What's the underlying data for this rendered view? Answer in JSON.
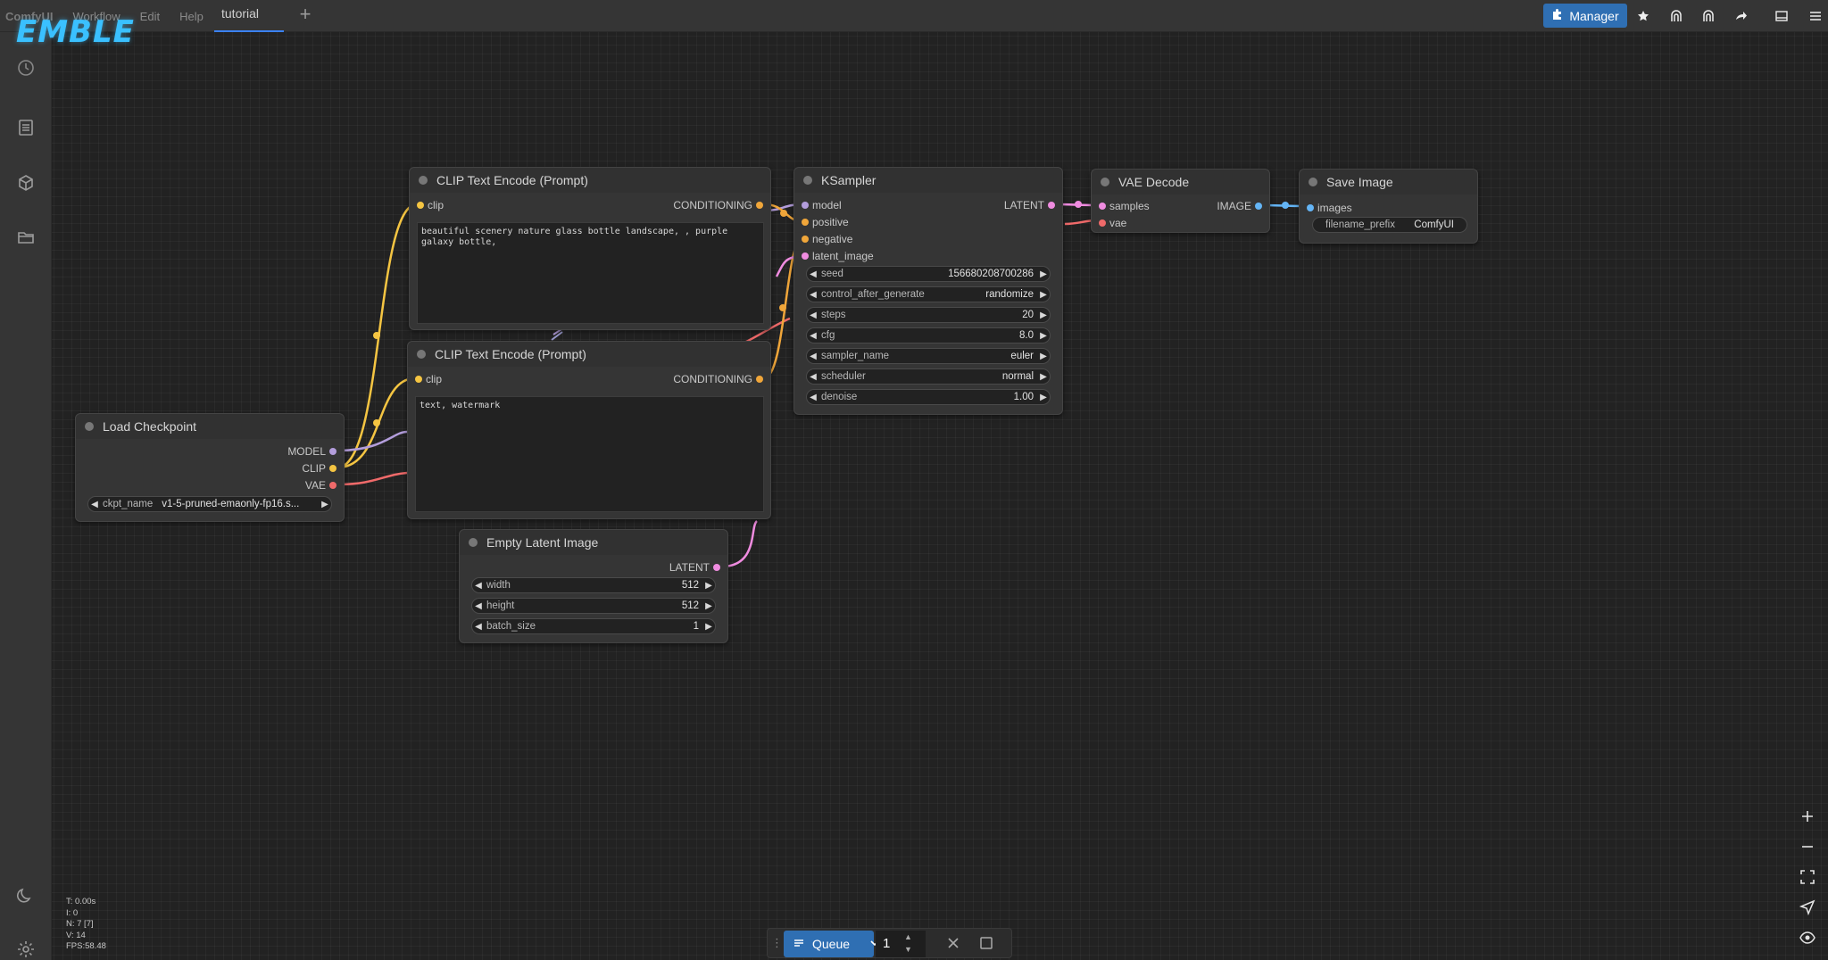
{
  "app": {
    "brand": "ComfyUI",
    "menu": [
      "Workflow",
      "Edit",
      "Help"
    ],
    "tab_label": "tutorial",
    "logo_text": "EMBLE"
  },
  "toolbar": {
    "manager_label": "Manager",
    "icons": [
      "star-icon",
      "queue-icon",
      "queue-front-icon",
      "share-icon",
      "panel-icon",
      "hamburger-icon"
    ]
  },
  "sidebar": {
    "icons": [
      "history-icon",
      "documents-icon",
      "model-library-icon",
      "workflows-icon",
      "theme-toggle-icon",
      "settings-icon"
    ]
  },
  "nodes": {
    "clip1": {
      "title": "CLIP Text Encode (Prompt)",
      "input": "clip",
      "output": "CONDITIONING",
      "text": "beautiful scenery nature glass bottle landscape, , purple galaxy bottle,"
    },
    "clip2": {
      "title": "CLIP Text Encode (Prompt)",
      "input": "clip",
      "output": "CONDITIONING",
      "text": "text, watermark"
    },
    "ksampler": {
      "title": "KSampler",
      "inputs": [
        "model",
        "positive",
        "negative",
        "latent_image"
      ],
      "output": "LATENT",
      "widgets": [
        {
          "label": "seed",
          "value": "156680208700286"
        },
        {
          "label": "control_after_generate",
          "value": "randomize"
        },
        {
          "label": "steps",
          "value": "20"
        },
        {
          "label": "cfg",
          "value": "8.0"
        },
        {
          "label": "sampler_name",
          "value": "euler"
        },
        {
          "label": "scheduler",
          "value": "normal"
        },
        {
          "label": "denoise",
          "value": "1.00"
        }
      ]
    },
    "vae_decode": {
      "title": "VAE Decode",
      "inputs": [
        "samples",
        "vae"
      ],
      "output": "IMAGE"
    },
    "save_image": {
      "title": "Save Image",
      "input": "images",
      "widget": {
        "label": "filename_prefix",
        "value": "ComfyUI"
      }
    },
    "load_checkpoint": {
      "title": "Load Checkpoint",
      "outputs": [
        "MODEL",
        "CLIP",
        "VAE"
      ],
      "widget": {
        "label": "ckpt_name",
        "value": "v1-5-pruned-emaonly-fp16.s..."
      }
    },
    "empty_latent": {
      "title": "Empty Latent Image",
      "output": "LATENT",
      "widgets": [
        {
          "label": "width",
          "value": "512"
        },
        {
          "label": "height",
          "value": "512"
        },
        {
          "label": "batch_size",
          "value": "1"
        }
      ]
    }
  },
  "colors": {
    "clip": "#f5c542",
    "conditioning": "#f0a63a",
    "model": "#b39ddb",
    "vae": "#f06a6a",
    "latent": "#f08ce0",
    "image": "#64b5f6",
    "accent": "#2f6fb3"
  },
  "stats": [
    "T: 0.00s",
    "I: 0",
    "N: 7 [7]",
    "V: 14",
    "FPS:58.48"
  ],
  "queue": {
    "label": "Queue",
    "count": "1"
  }
}
